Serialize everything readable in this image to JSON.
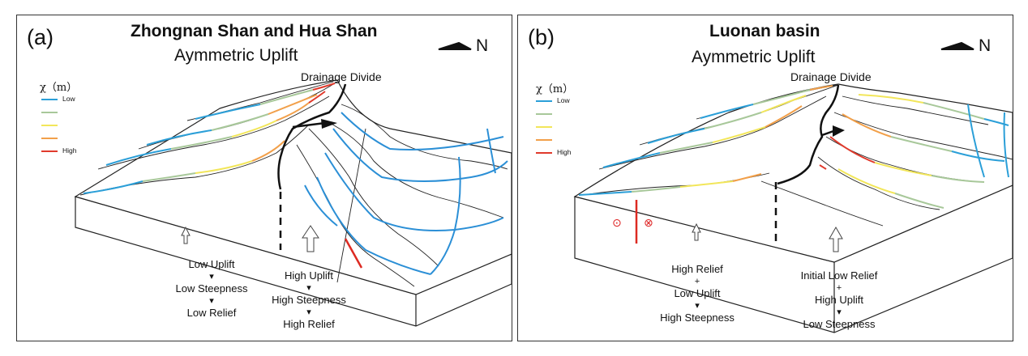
{
  "panel_a": {
    "letter": "(a)",
    "title": "Zhongnan Shan and Hua Shan",
    "subtitle": "Aymmetric Uplift",
    "north_label": "N",
    "divide_label": "Drainage Divide",
    "legend": {
      "title": "χ（m）",
      "low": "Low",
      "high": "High",
      "colors": [
        "#2b9fd8",
        "#a8c89a",
        "#f2e65a",
        "#f2a04a",
        "#e03a2c"
      ]
    },
    "left_caption": [
      "Low Uplift",
      "Low Steepness",
      "Low Relief"
    ],
    "right_caption": [
      "High Uplift",
      "High Steepness",
      "High Relief"
    ]
  },
  "panel_b": {
    "letter": "(b)",
    "title": "Luonan basin",
    "subtitle": "Aymmetric Uplift",
    "north_label": "N",
    "divide_label": "Drainage Divide",
    "legend": {
      "title": "χ（m）",
      "low": "Low",
      "high": "High",
      "colors": [
        "#2b9fd8",
        "#a8c89a",
        "#f2e65a",
        "#f2a04a",
        "#e03a2c"
      ]
    },
    "strike_slip_symbols": [
      "⊙",
      "⊗"
    ],
    "left_caption": [
      "High Relief",
      "+",
      "Low Uplift",
      "High Steepness"
    ],
    "right_caption": [
      "Initial Low Relief",
      "+",
      "High Uplift",
      "Low Steepness"
    ]
  },
  "colors": {
    "blue": "#2b8fd6",
    "red": "#dd2a22",
    "black": "#111111"
  }
}
